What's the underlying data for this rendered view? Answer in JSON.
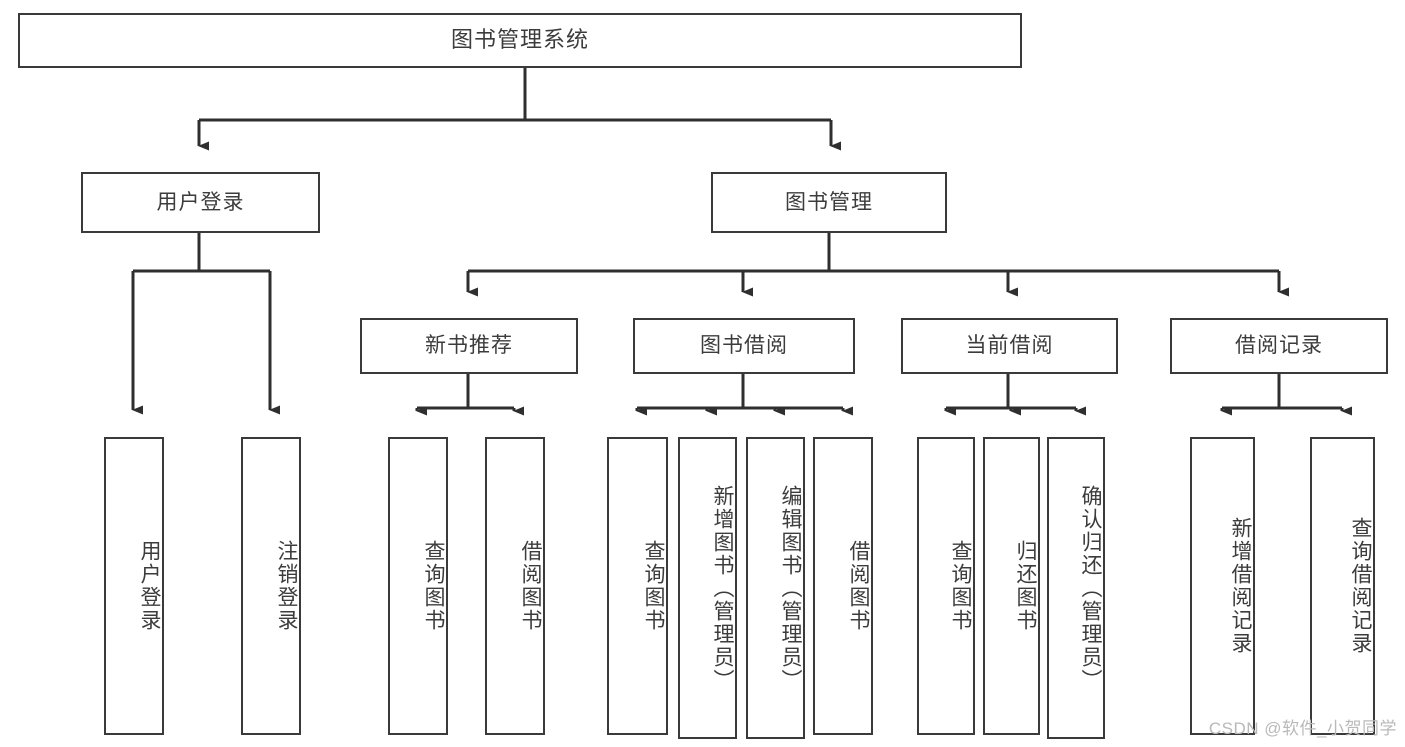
{
  "diagram": {
    "title": "图书管理系统",
    "type": "tree-hierarchy",
    "root": {
      "label": "图书管理系统"
    },
    "level2": [
      {
        "id": "user-login",
        "label": "用户登录"
      },
      {
        "id": "book-management",
        "label": "图书管理"
      }
    ],
    "level3": [
      {
        "id": "new-book-recommend",
        "label": "新书推荐",
        "parent": "book-management"
      },
      {
        "id": "book-borrow",
        "label": "图书借阅",
        "parent": "book-management"
      },
      {
        "id": "current-borrow",
        "label": "当前借阅",
        "parent": "book-management"
      },
      {
        "id": "borrow-record",
        "label": "借阅记录",
        "parent": "book-management"
      }
    ],
    "leaves": {
      "user_login": [
        {
          "id": "leaf-user-login",
          "label": "用户登录"
        },
        {
          "id": "leaf-logout-login",
          "label": "注销登录"
        }
      ],
      "new_book_recommend": [
        {
          "id": "leaf-query-book-1",
          "label": "查询图书"
        },
        {
          "id": "leaf-borrow-book-1",
          "label": "借阅图书"
        }
      ],
      "book_borrow": [
        {
          "id": "leaf-query-book-2",
          "label": "查询图书"
        },
        {
          "id": "leaf-add-book",
          "label": "新增图书（管理员）"
        },
        {
          "id": "leaf-edit-book",
          "label": "编辑图书（管理员）"
        },
        {
          "id": "leaf-borrow-book-2",
          "label": "借阅图书"
        }
      ],
      "current_borrow": [
        {
          "id": "leaf-query-book-3",
          "label": "查询图书"
        },
        {
          "id": "leaf-return-book",
          "label": "归还图书"
        },
        {
          "id": "leaf-confirm-return",
          "label": "确认归还（管理员）"
        }
      ],
      "borrow_record": [
        {
          "id": "leaf-add-record",
          "label": "新增借阅记录"
        },
        {
          "id": "leaf-query-record",
          "label": "查询借阅记录"
        }
      ]
    }
  },
  "watermark": {
    "text": "CSDN @软件_小贺同学"
  },
  "colors": {
    "box_border": "#3a3a3a",
    "text": "#3c3c3c",
    "line": "#2f2f2f",
    "background": "#ffffff",
    "watermark": "#b9b9b9"
  }
}
